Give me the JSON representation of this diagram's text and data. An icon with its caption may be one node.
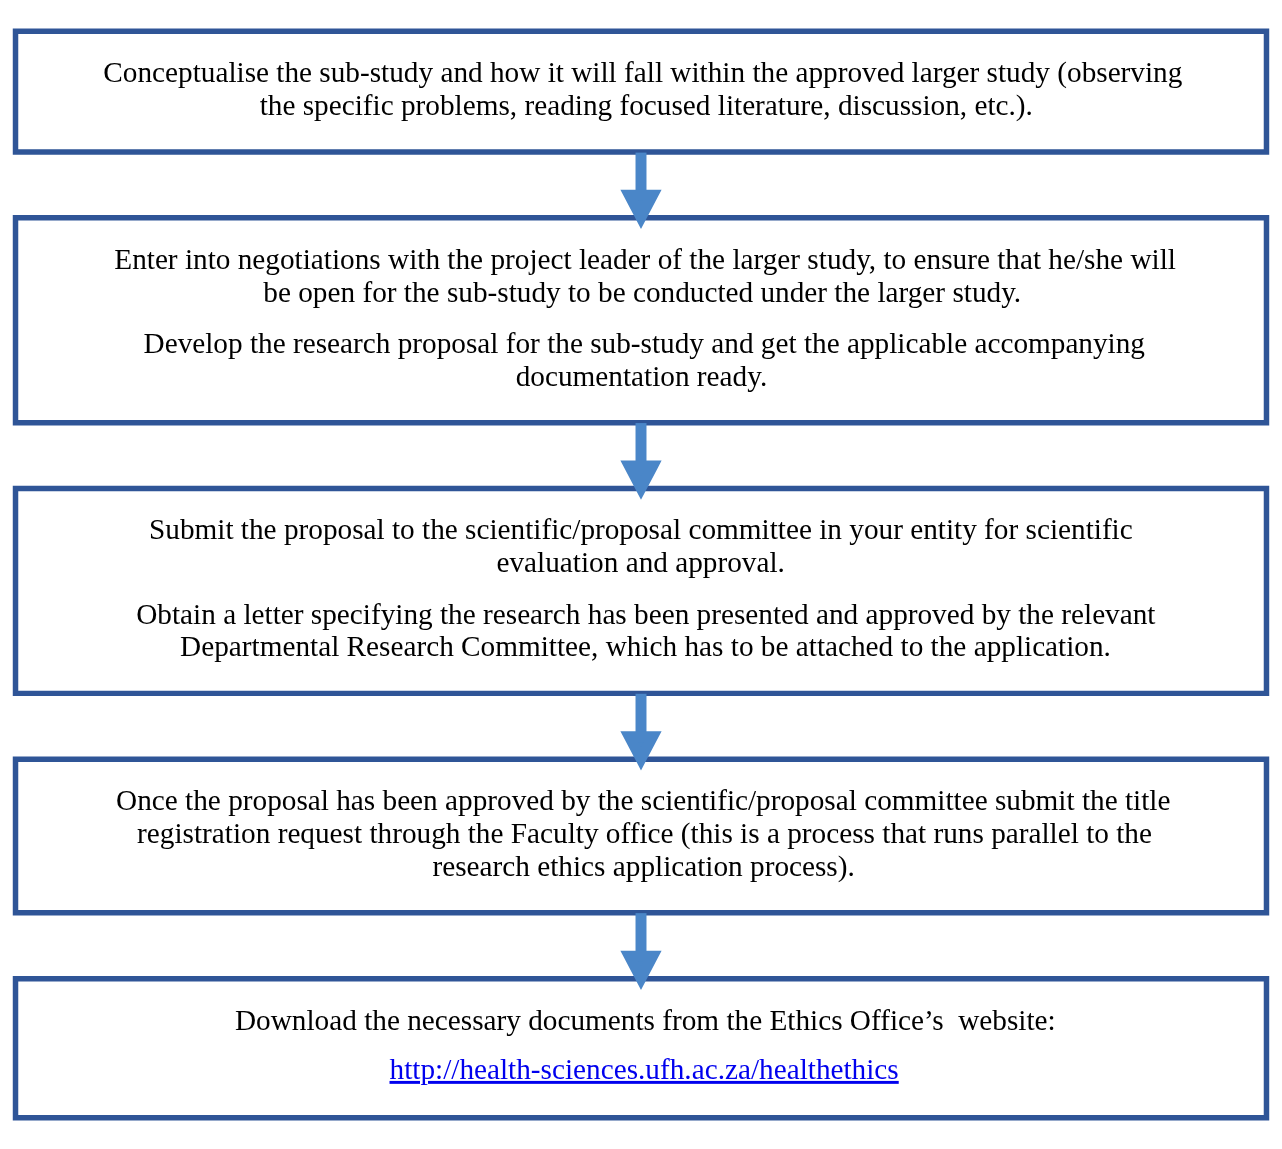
{
  "diagram": {
    "nodes": [
      {
        "text": [
          "Conceptualise the sub-study and how it will fall within the approved larger study (observing the specific problems, reading focused literature, discussion, etc.)."
        ]
      },
      {
        "text": [
          "Enter into negotiations with the project leader of the larger study, to ensure that he/she will be open for the sub-study to be conducted under the larger study.",
          "Develop the research proposal for the sub-study and get the applicable accompanying documentation ready."
        ]
      },
      {
        "text": [
          "Submit the proposal to the scientific/proposal committee in your entity for scientific evaluation and approval.",
          "Obtain a letter specifying the research has been presented and approved by the relevant Departmental Research Committee, which has to be attached to the application."
        ]
      },
      {
        "text": [
          "Once the proposal has been approved by the scientific/proposal committee submit the title registration request through the Faculty office (this is a process that runs parallel to the research ethics application process)."
        ]
      },
      {
        "text": [
          "Download the necessary documents from the Ethics Office’s  website:",
          "http://health-sciences.ufh.ac.za/healthethics"
        ]
      }
    ],
    "edges": [
      {
        "from": 0,
        "to": 1,
        "arrow": "to"
      },
      {
        "from": 1,
        "to": 2,
        "arrow": "to"
      },
      {
        "from": 2,
        "to": 3,
        "arrow": "to"
      },
      {
        "from": 3,
        "to": 4,
        "arrow": "to"
      }
    ]
  }
}
